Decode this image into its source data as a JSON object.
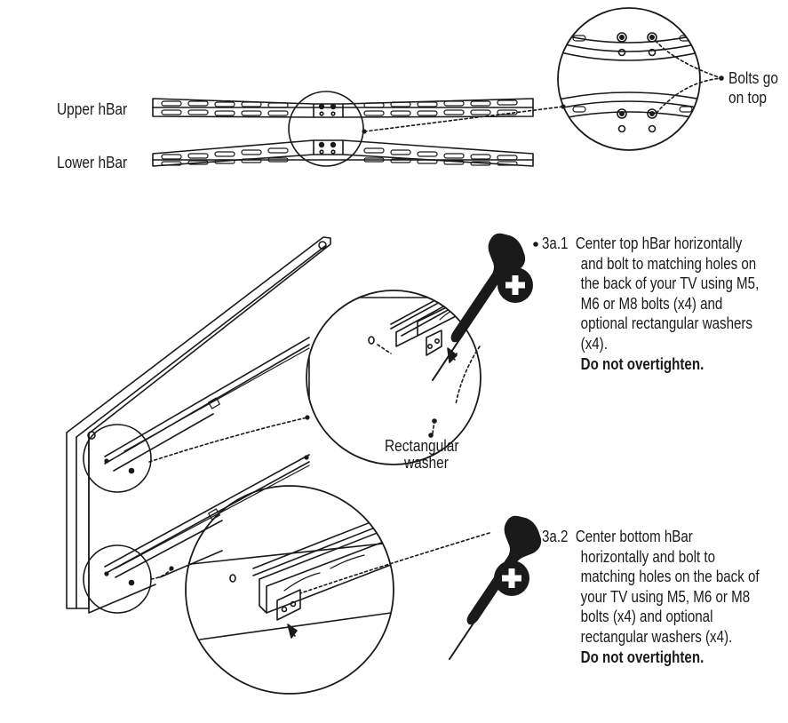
{
  "labels": {
    "upper_hbar": "Upper hBar",
    "lower_hbar": "Lower hBar",
    "bolts_line1": "Bolts go",
    "bolts_line2": "on top",
    "washer_line1": "Rectangular",
    "washer_line2": "washer"
  },
  "steps": [
    {
      "number": "3a.1",
      "lines": [
        "Center top hBar horizontally",
        "and bolt to matching holes on",
        "the back of your TV using  M5,",
        "M6 or M8 bolts (x4) and",
        "optional rectangular washers",
        "(x4)."
      ],
      "warning": "Do not overtighten."
    },
    {
      "number": "3a.2",
      "lines": [
        "Center bottom hBar",
        "horizontally and bolt to",
        "matching holes on the back of",
        "your TV using  M5, M6 or M8",
        "bolts (x4) and optional",
        "rectangular washers (x4)."
      ],
      "warning": "Do not overtighten."
    }
  ],
  "icons": [
    "phillips-screwdriver-icon",
    "phillips-plus-icon"
  ],
  "colors": {
    "line": "#1a1a1a",
    "background": "#ffffff"
  }
}
